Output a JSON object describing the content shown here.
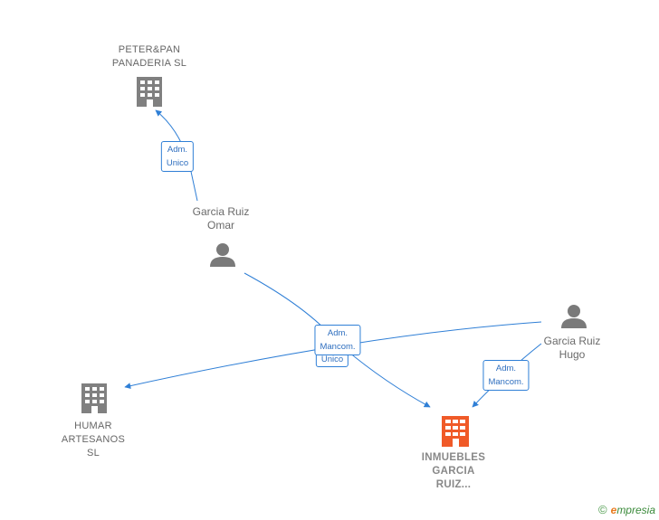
{
  "nodes": {
    "peterpan": {
      "label": "PETER&PAN\nPANADERIA  SL",
      "type": "company",
      "color": "#808080"
    },
    "humar": {
      "label": "HUMAR\nARTESANOS\nSL",
      "type": "company",
      "color": "#808080"
    },
    "inmuebles": {
      "label": "INMUEBLES\nGARCIA\nRUIZ...",
      "type": "company",
      "color": "#f05a28"
    },
    "omar": {
      "label": "Garcia Ruiz\nOmar",
      "type": "person",
      "color": "#7a7a7a"
    },
    "hugo": {
      "label": "Garcia Ruiz\nHugo",
      "type": "person",
      "color": "#7a7a7a"
    }
  },
  "edges": {
    "omar_peterpan": {
      "label": "Adm.\nUnico"
    },
    "omar_inmuebles": {
      "label": "Adm.\nMancom."
    },
    "hugo_humar": {
      "label": "Unico"
    },
    "hugo_inmuebles": {
      "label": "Adm.\nMancom."
    }
  },
  "colors": {
    "edge": "#2f7fd6",
    "company": "#808080",
    "focus": "#f05a28",
    "person": "#7a7a7a"
  },
  "brand": {
    "copyright": "©",
    "e": "e",
    "rest": "mpresia"
  }
}
